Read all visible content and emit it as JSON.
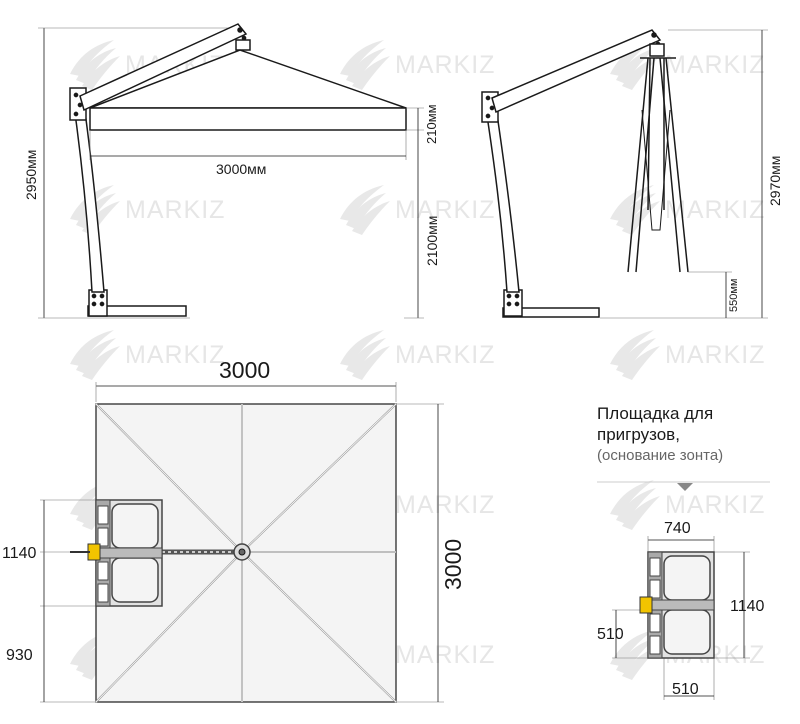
{
  "watermark": "MARKIZ",
  "side_view": {
    "height_total": "2950мм",
    "canopy_width": "3000мм",
    "canopy_thickness": "210мм",
    "clearance": "2100мм"
  },
  "folded_view": {
    "height_total": "2970мм",
    "bottom_clearance": "550мм"
  },
  "plan_view": {
    "width": "3000",
    "depth": "3000",
    "pad_width": "1140",
    "pad_offset": "930"
  },
  "pad_detail": {
    "title": "Площадка для пригрузов,",
    "subtitle": "(основание зонта)",
    "width": "740",
    "height": "1140",
    "left_offset": "510",
    "bottom_width": "510"
  }
}
